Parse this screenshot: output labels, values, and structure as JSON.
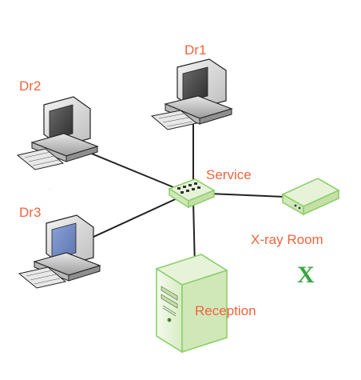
{
  "diagram": {
    "nodes": {
      "dr1": {
        "label": "Dr1",
        "icon": "desktop-computer-icon"
      },
      "dr2": {
        "label": "Dr2",
        "icon": "desktop-computer-icon"
      },
      "dr3": {
        "label": "Dr3",
        "icon": "desktop-computer-icon"
      },
      "service": {
        "label": "Service",
        "icon": "network-switch-icon"
      },
      "xray": {
        "label": "X-ray Room",
        "icon": "network-device-icon",
        "status_mark": "X"
      },
      "reception": {
        "label": "Reception",
        "icon": "server-tower-icon"
      }
    },
    "links": [
      {
        "from": "dr1",
        "to": "service"
      },
      {
        "from": "dr2",
        "to": "service"
      },
      {
        "from": "dr3",
        "to": "service"
      },
      {
        "from": "reception",
        "to": "service"
      },
      {
        "from": "xray",
        "to": "service"
      }
    ]
  },
  "colors": {
    "label": "#f0643c",
    "status_mark": "#3aa541",
    "device_outline": "#8ccf6a",
    "device_fill": "#e7f3d9",
    "link": "#222222"
  }
}
